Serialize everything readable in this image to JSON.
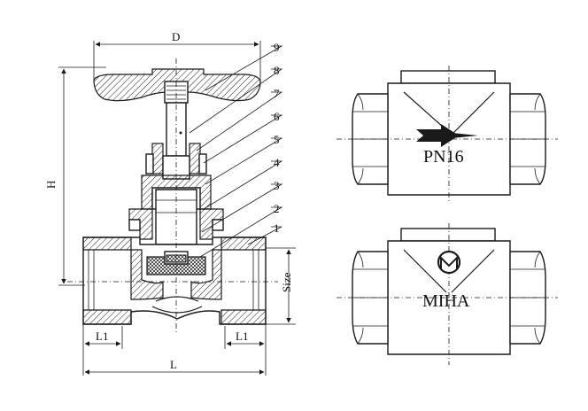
{
  "dimensions": {
    "width": "D",
    "height": "H",
    "size": "Size",
    "length": "L",
    "thread_length_left": "L1",
    "thread_length_right": "L1"
  },
  "part_numbers": [
    "1",
    "2",
    "3",
    "4",
    "5",
    "6",
    "7",
    "8",
    "9"
  ],
  "top_view": {
    "marking": "PN16",
    "arrow": "flow-arrow-icon"
  },
  "bottom_view": {
    "marking": "MIHA",
    "logo": "miha-logo-icon"
  }
}
